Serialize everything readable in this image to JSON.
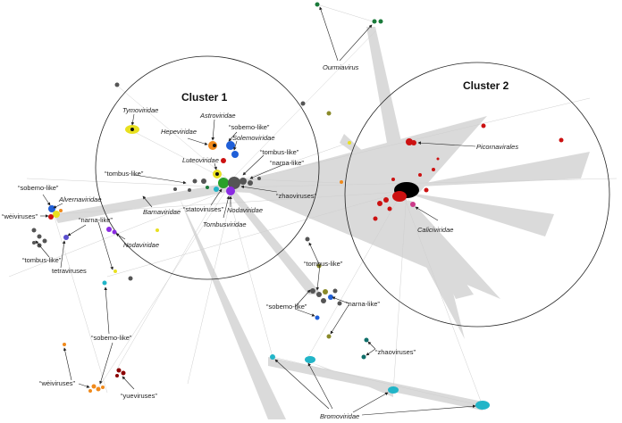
{
  "clusters": {
    "c1": "Cluster 1",
    "c2": "Cluster 2"
  },
  "labels": {
    "ourmiavirus": "Ourmiavirus",
    "tymoviridae": "Tymoviridae",
    "astroviridae": "Astroviridae",
    "hepeviridae": "Hepeviridae",
    "sobemo_like_top": "“sobemo-like”",
    "solemoviridae": "Solemoviridae",
    "luteoviridae": "Luteoviridae",
    "tombus_like_top": "“tombus-like”",
    "narna_like_top": "“narna-like”",
    "tombus_like_mid": "“tombus-like”",
    "zhaoviruses_top": "“zhaoviruses”",
    "sobemo_like_left": "“sobemo-like”",
    "alvernaviridae": "Alvernaviridae",
    "weiviruses_left": "“wėiviruses”",
    "narna_like_left": "“narna-like”",
    "barnaviridae": "Barnaviridae",
    "statoviruses": "“statoviruses”",
    "nodaviridae_c1": "Nodaviridae",
    "tombusviridae": "Tombusviridae",
    "nodaviridae_left": "Nodaviridae",
    "tombus_like_left": "“tombus-like”",
    "tetraviruses": "tetraviruses",
    "picornavirales": "Picornavirales",
    "caliciviridae": "Caliciviridae",
    "tombus_like_low": "“tombus-like”",
    "sobemo_like_low": "“sobemo-like”",
    "narna_like_low": "“narna-like”",
    "sobemo_like_bottom": "“sobemo-like”",
    "zhaoviruses_low": "“zhaoviruses”",
    "weiviruses_bottom": "“wėiviruses”",
    "yueviruses": "“yueviruses”",
    "bromoviridae": "Bromoviridae"
  },
  "colors": {
    "edge": "#d3d3d3",
    "node_dark": "#555555",
    "red": "#cc1111",
    "black": "#000000",
    "cyan": "#22b5c8",
    "teal": "#0f6f6a",
    "green": "#1a7a3a",
    "yellow": "#e8e020",
    "orange": "#f08a1c",
    "purple": "#8a2be2",
    "blue": "#1f5fd8",
    "darkred": "#8b0000",
    "olive": "#8a8a2a"
  }
}
